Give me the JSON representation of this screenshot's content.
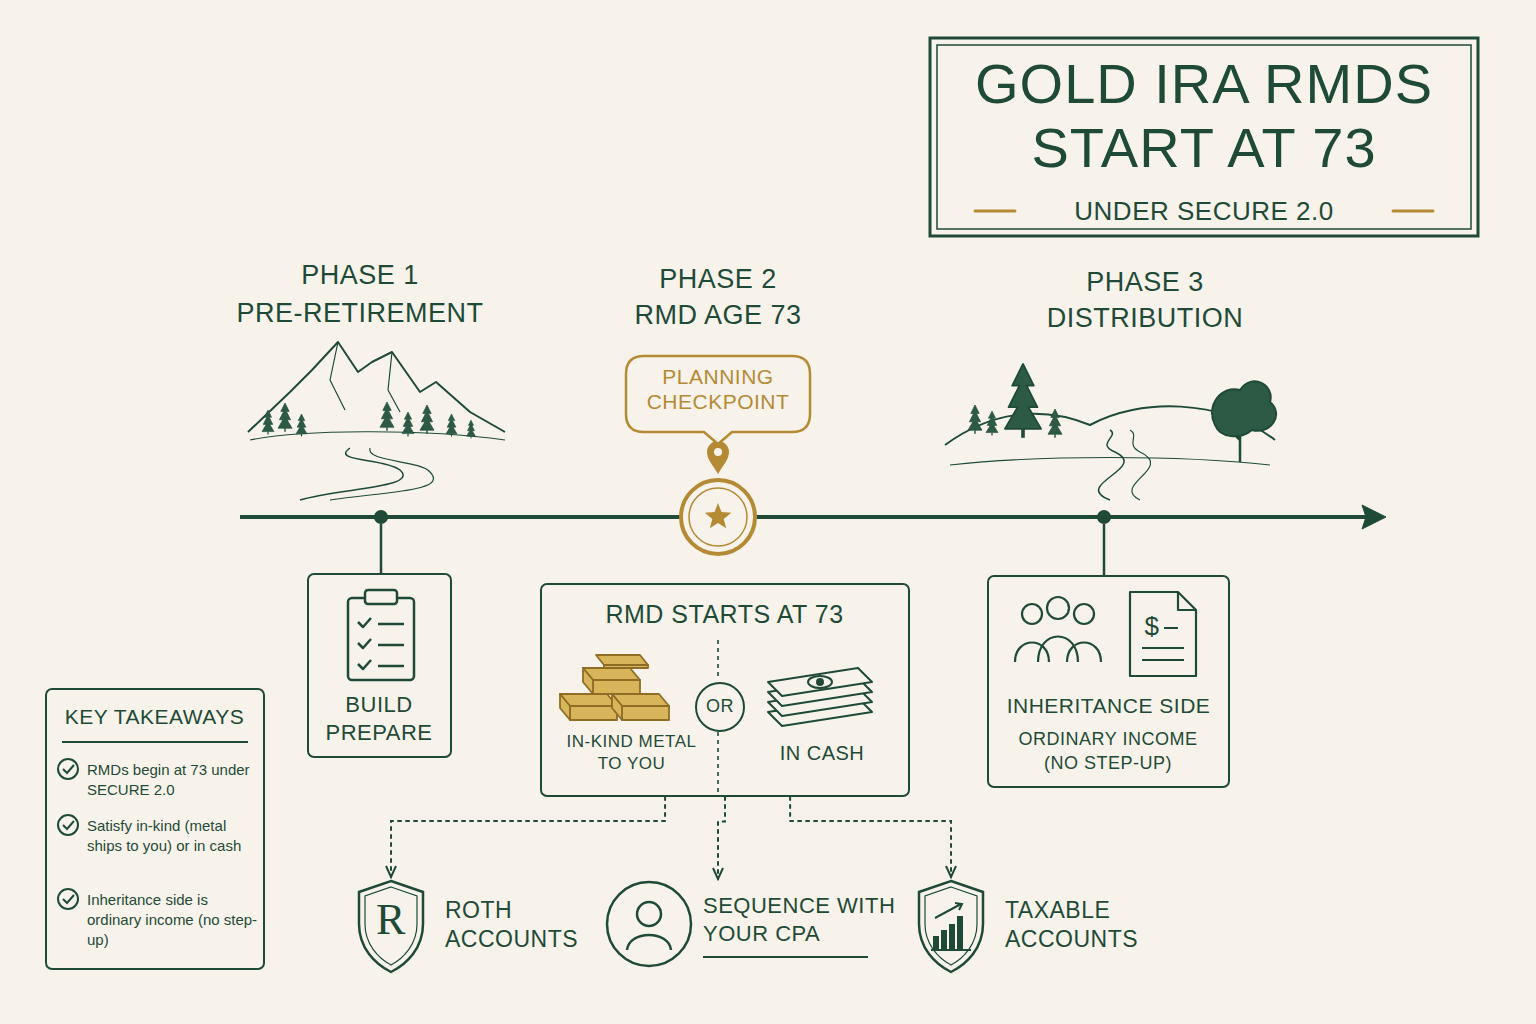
{
  "diagram": {
    "title": "GOLD IRA RMDS START AT 73",
    "nodes": [
      {
        "text": [
          "BUILD PREPARE"
        ]
      },
      {
        "text": [
          "PLANNING CHECKPOINT"
        ]
      },
      {
        "text": [
          "RMD STARTS AT 73",
          "IN-KIND METAL TO YOU",
          "IN CASH"
        ]
      },
      {
        "text": [
          "OR"
        ],
        "in": 2
      },
      {
        "text": [
          "INHERITANCE SIDE",
          "ORDINARY INCOME (NO STEP-UP)"
        ]
      },
      {
        "text": [
          "R",
          "ROTH ACCOUNTS"
        ]
      },
      {
        "text": [
          "SEQUENCE WITH YOUR CPA"
        ]
      },
      {
        "text": [
          "TAXABLE ACCOUNTS"
        ]
      },
      {
        "text": [
          "KEY TAKEAWAYS",
          "RMDs begin at 73 under SECURE 2.0",
          "Satisfy in-kind (metal ships to you) or in cash",
          "Inheritance side is ordinary income (no step-up)"
        ]
      }
    ],
    "edges": [
      {
        "from": 2,
        "to": 5,
        "arrow": "to"
      },
      {
        "from": 2,
        "to": 6,
        "arrow": "to"
      },
      {
        "from": 2,
        "to": 7,
        "arrow": "to"
      }
    ],
    "labels": [
      "UNDER SECURE 2.0",
      "PHASE 1",
      "PRE-RETIREMENT",
      "PHASE 2",
      "RMD AGE 73",
      "PHASE 3",
      "DISTRIBUTION",
      "$"
    ]
  }
}
